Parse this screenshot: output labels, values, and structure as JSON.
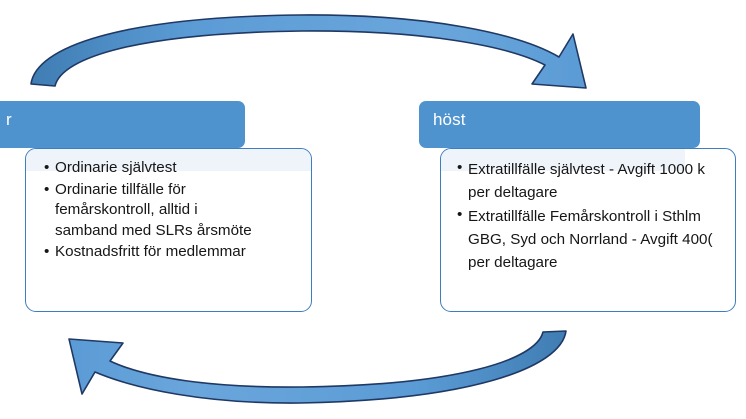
{
  "diagram": {
    "type": "cycle",
    "title": "",
    "colors": {
      "header_blue": "#4F93CE",
      "body_border_blue": "#3E7DBE",
      "arrow_fill": "#5B9BD5",
      "arrow_fill_dark": "#3F7DB3",
      "arrow_outline": "#1F3864",
      "body_tint": "#EFF4FA",
      "text": "#161616",
      "header_text": "#FFFFFF",
      "background": "#FFFFFF"
    },
    "panels": [
      {
        "id": "left",
        "header_label": "r",
        "header_label_note": "clipped at left image edge",
        "bullets": [
          "Ordinarie självtest",
          "Ordinarie tillfälle för\nfemårskontroll, alltid i\nsamband med SLRs årsmöte",
          "Kostnadsfritt för medlemmar"
        ]
      },
      {
        "id": "right",
        "header_label": "höst",
        "bullets": [
          "Extratillfälle självtest - Avgift 1000 k\nper deltagare",
          "Extratillfälle Femårskontroll i Sthlm\nGBG, Syd och Norrland - Avgift 400(\nper deltagare"
        ]
      }
    ],
    "arrows": [
      {
        "id": "top-arrow",
        "direction": "left-to-right",
        "description": "curved arrow arcing over the top from the left panel to the right panel"
      },
      {
        "id": "bottom-arrow",
        "direction": "right-to-left",
        "description": "curved arrow arcing under the bottom from the right panel back to the left panel"
      }
    ]
  }
}
